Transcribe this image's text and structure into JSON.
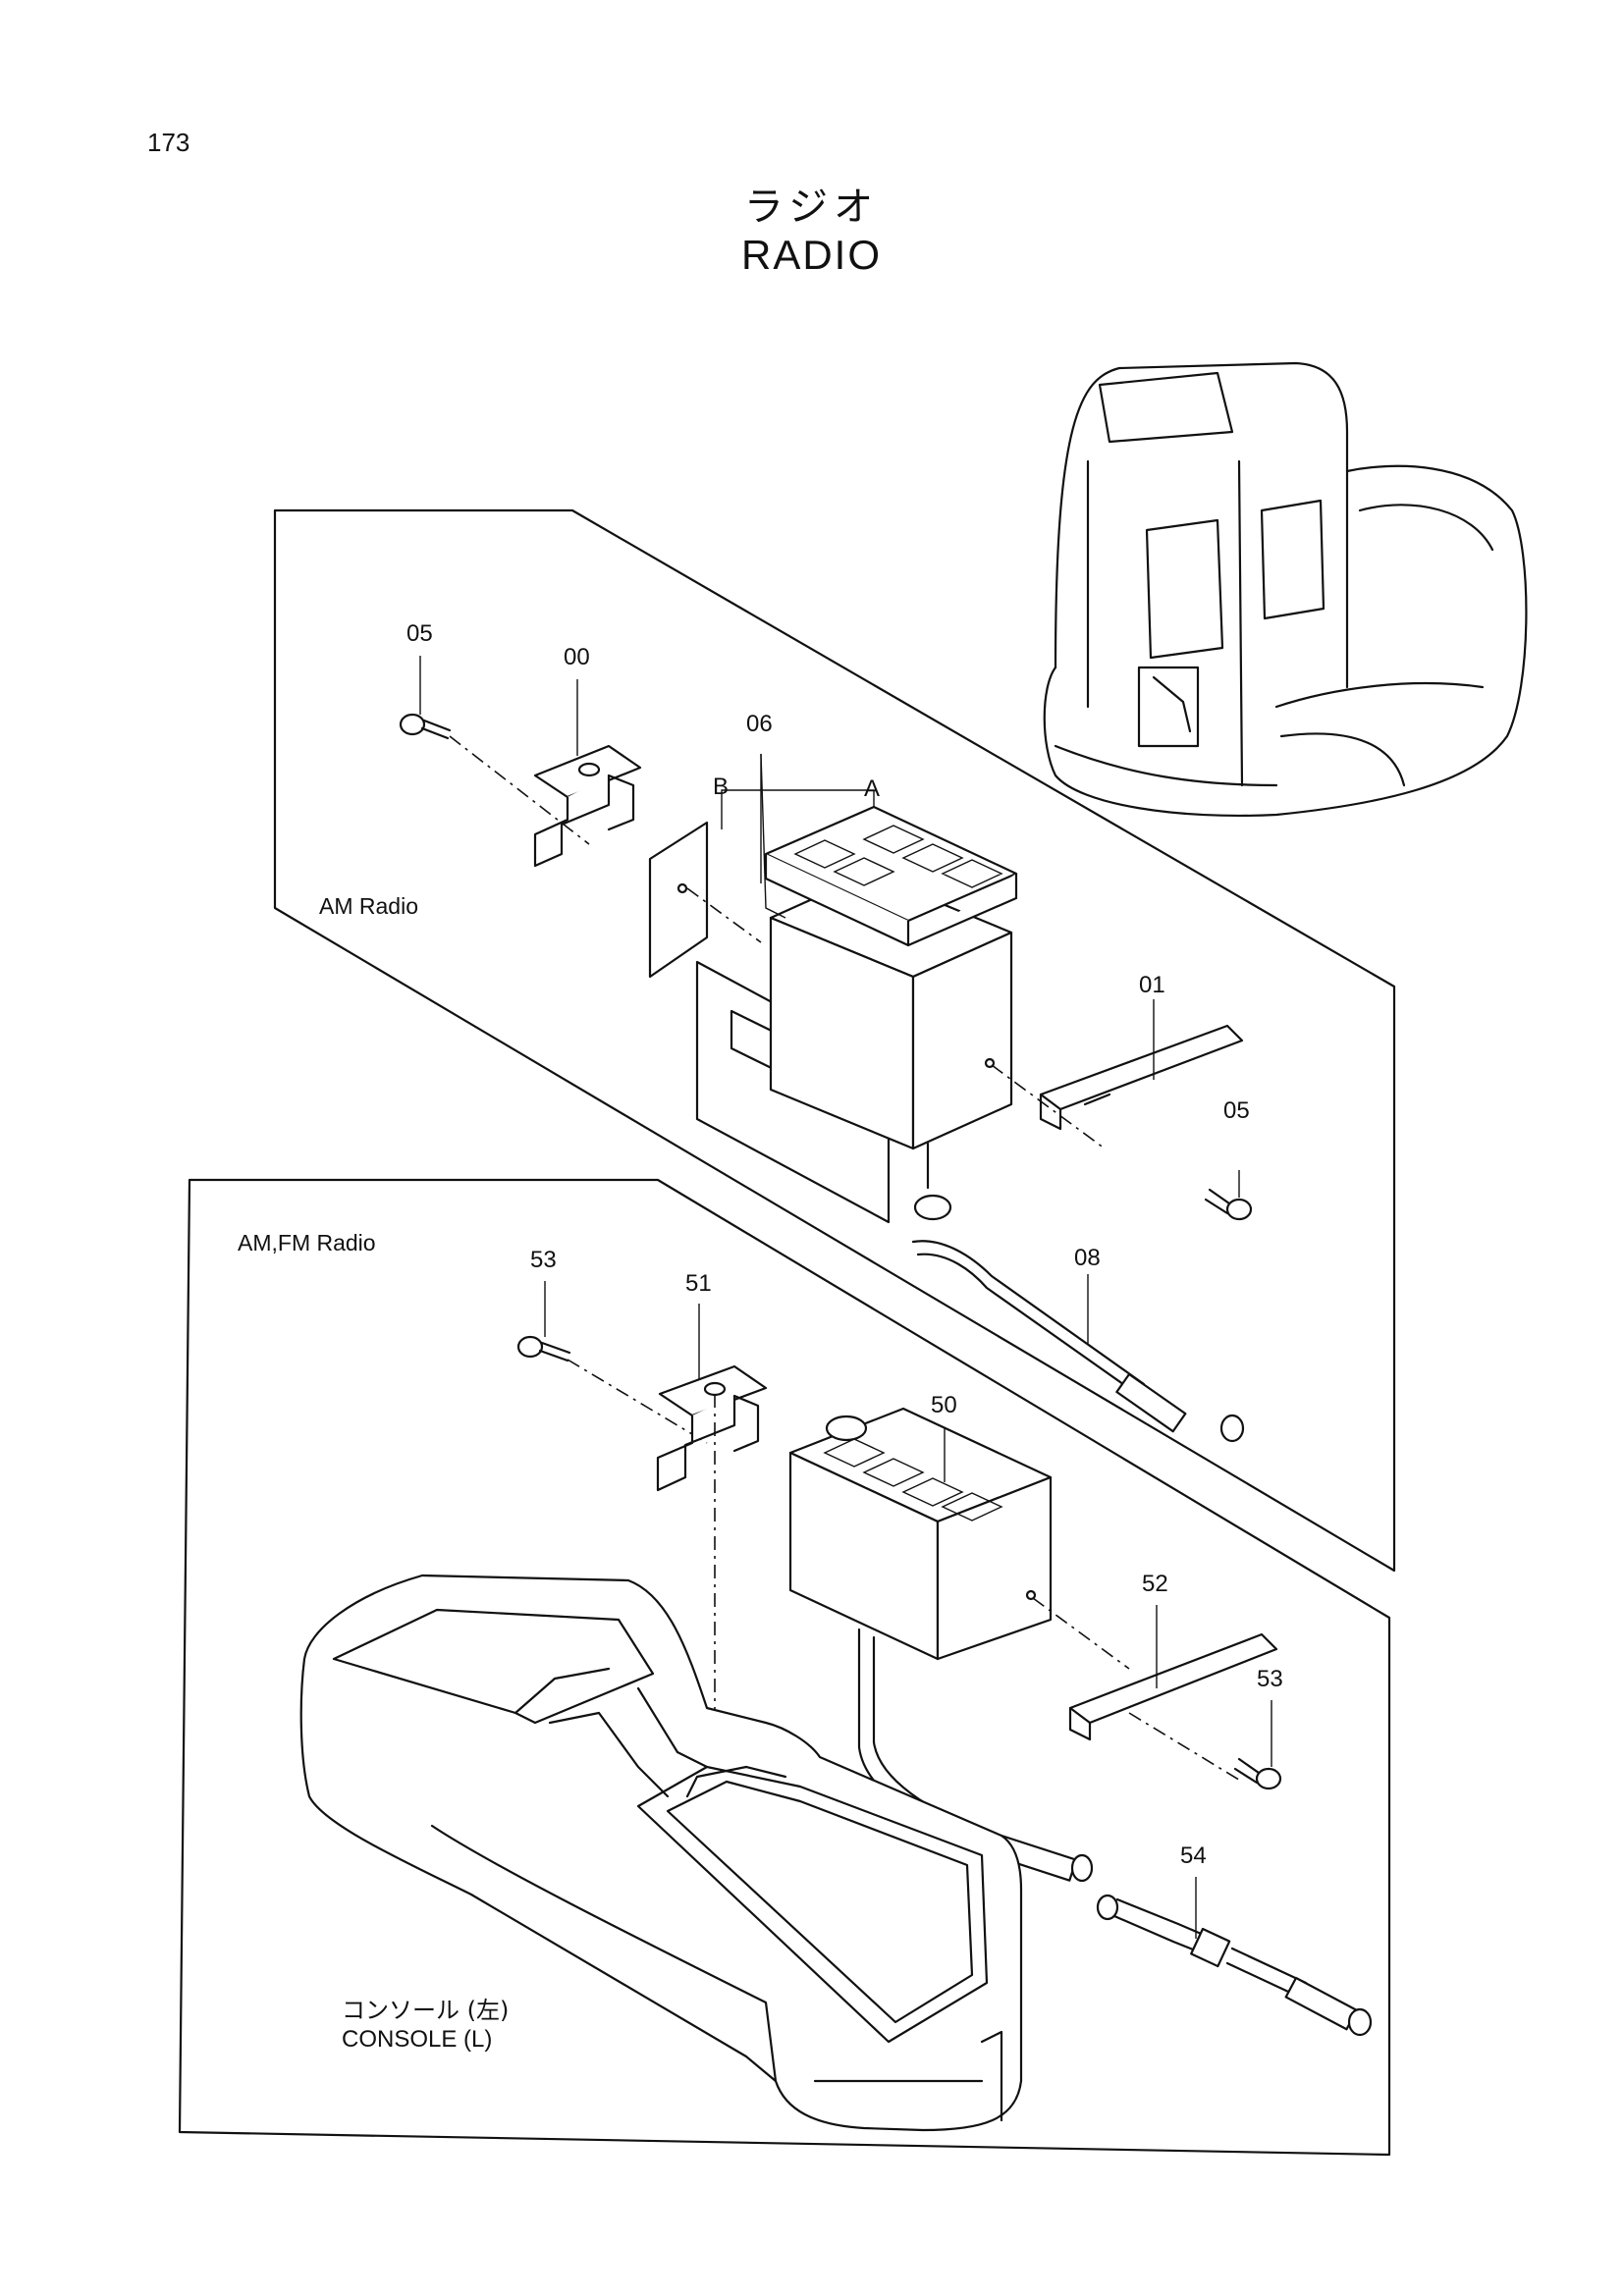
{
  "page_number": "173",
  "title_jp": "ラジオ",
  "title_en": "RADIO",
  "sections": {
    "am_radio": "AM Radio",
    "am_fm_radio": "AM,FM Radio"
  },
  "console_label_jp": "コンソール (左)",
  "console_label_en": "CONSOLE (L)",
  "callouts": {
    "p05_top": "05",
    "p00": "00",
    "p06": "06",
    "pB": "B",
    "pA": "A",
    "p01": "01",
    "p05_right": "05",
    "p08": "08",
    "p53_top": "53",
    "p51": "51",
    "p50": "50",
    "p52": "52",
    "p53_right": "53",
    "p54": "54"
  }
}
